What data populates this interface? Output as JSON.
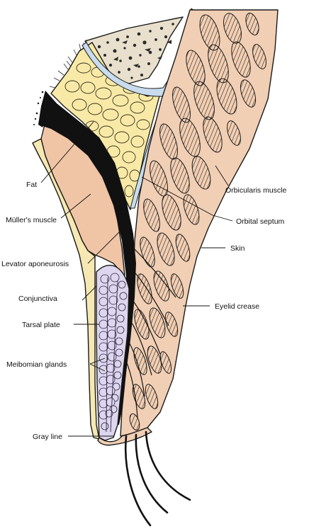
{
  "labels": {
    "fat": "Fat",
    "muller": "Müller's muscle",
    "levator": "Levator aponeurosis",
    "conjunctiva": "Conjunctiva",
    "tarsal": "Tarsal plate",
    "meibomian": "Meibomian glands",
    "grayline": "Gray line",
    "orbicularis": "Orbicularis muscle",
    "septum": "Orbital septum",
    "skin": "Skin",
    "crease": "Eyelid crease"
  },
  "colors": {
    "skin": "#f1cfb4",
    "fat": "#f8eaa6",
    "muller": "#f0c5a6",
    "conjunctiva": "#f6e8b2",
    "tarsal": "#ddd6ee",
    "levator": "#111111",
    "septum": "#c8dcee",
    "bone": "#e8e0cc",
    "ink": "#1a1a1a"
  }
}
